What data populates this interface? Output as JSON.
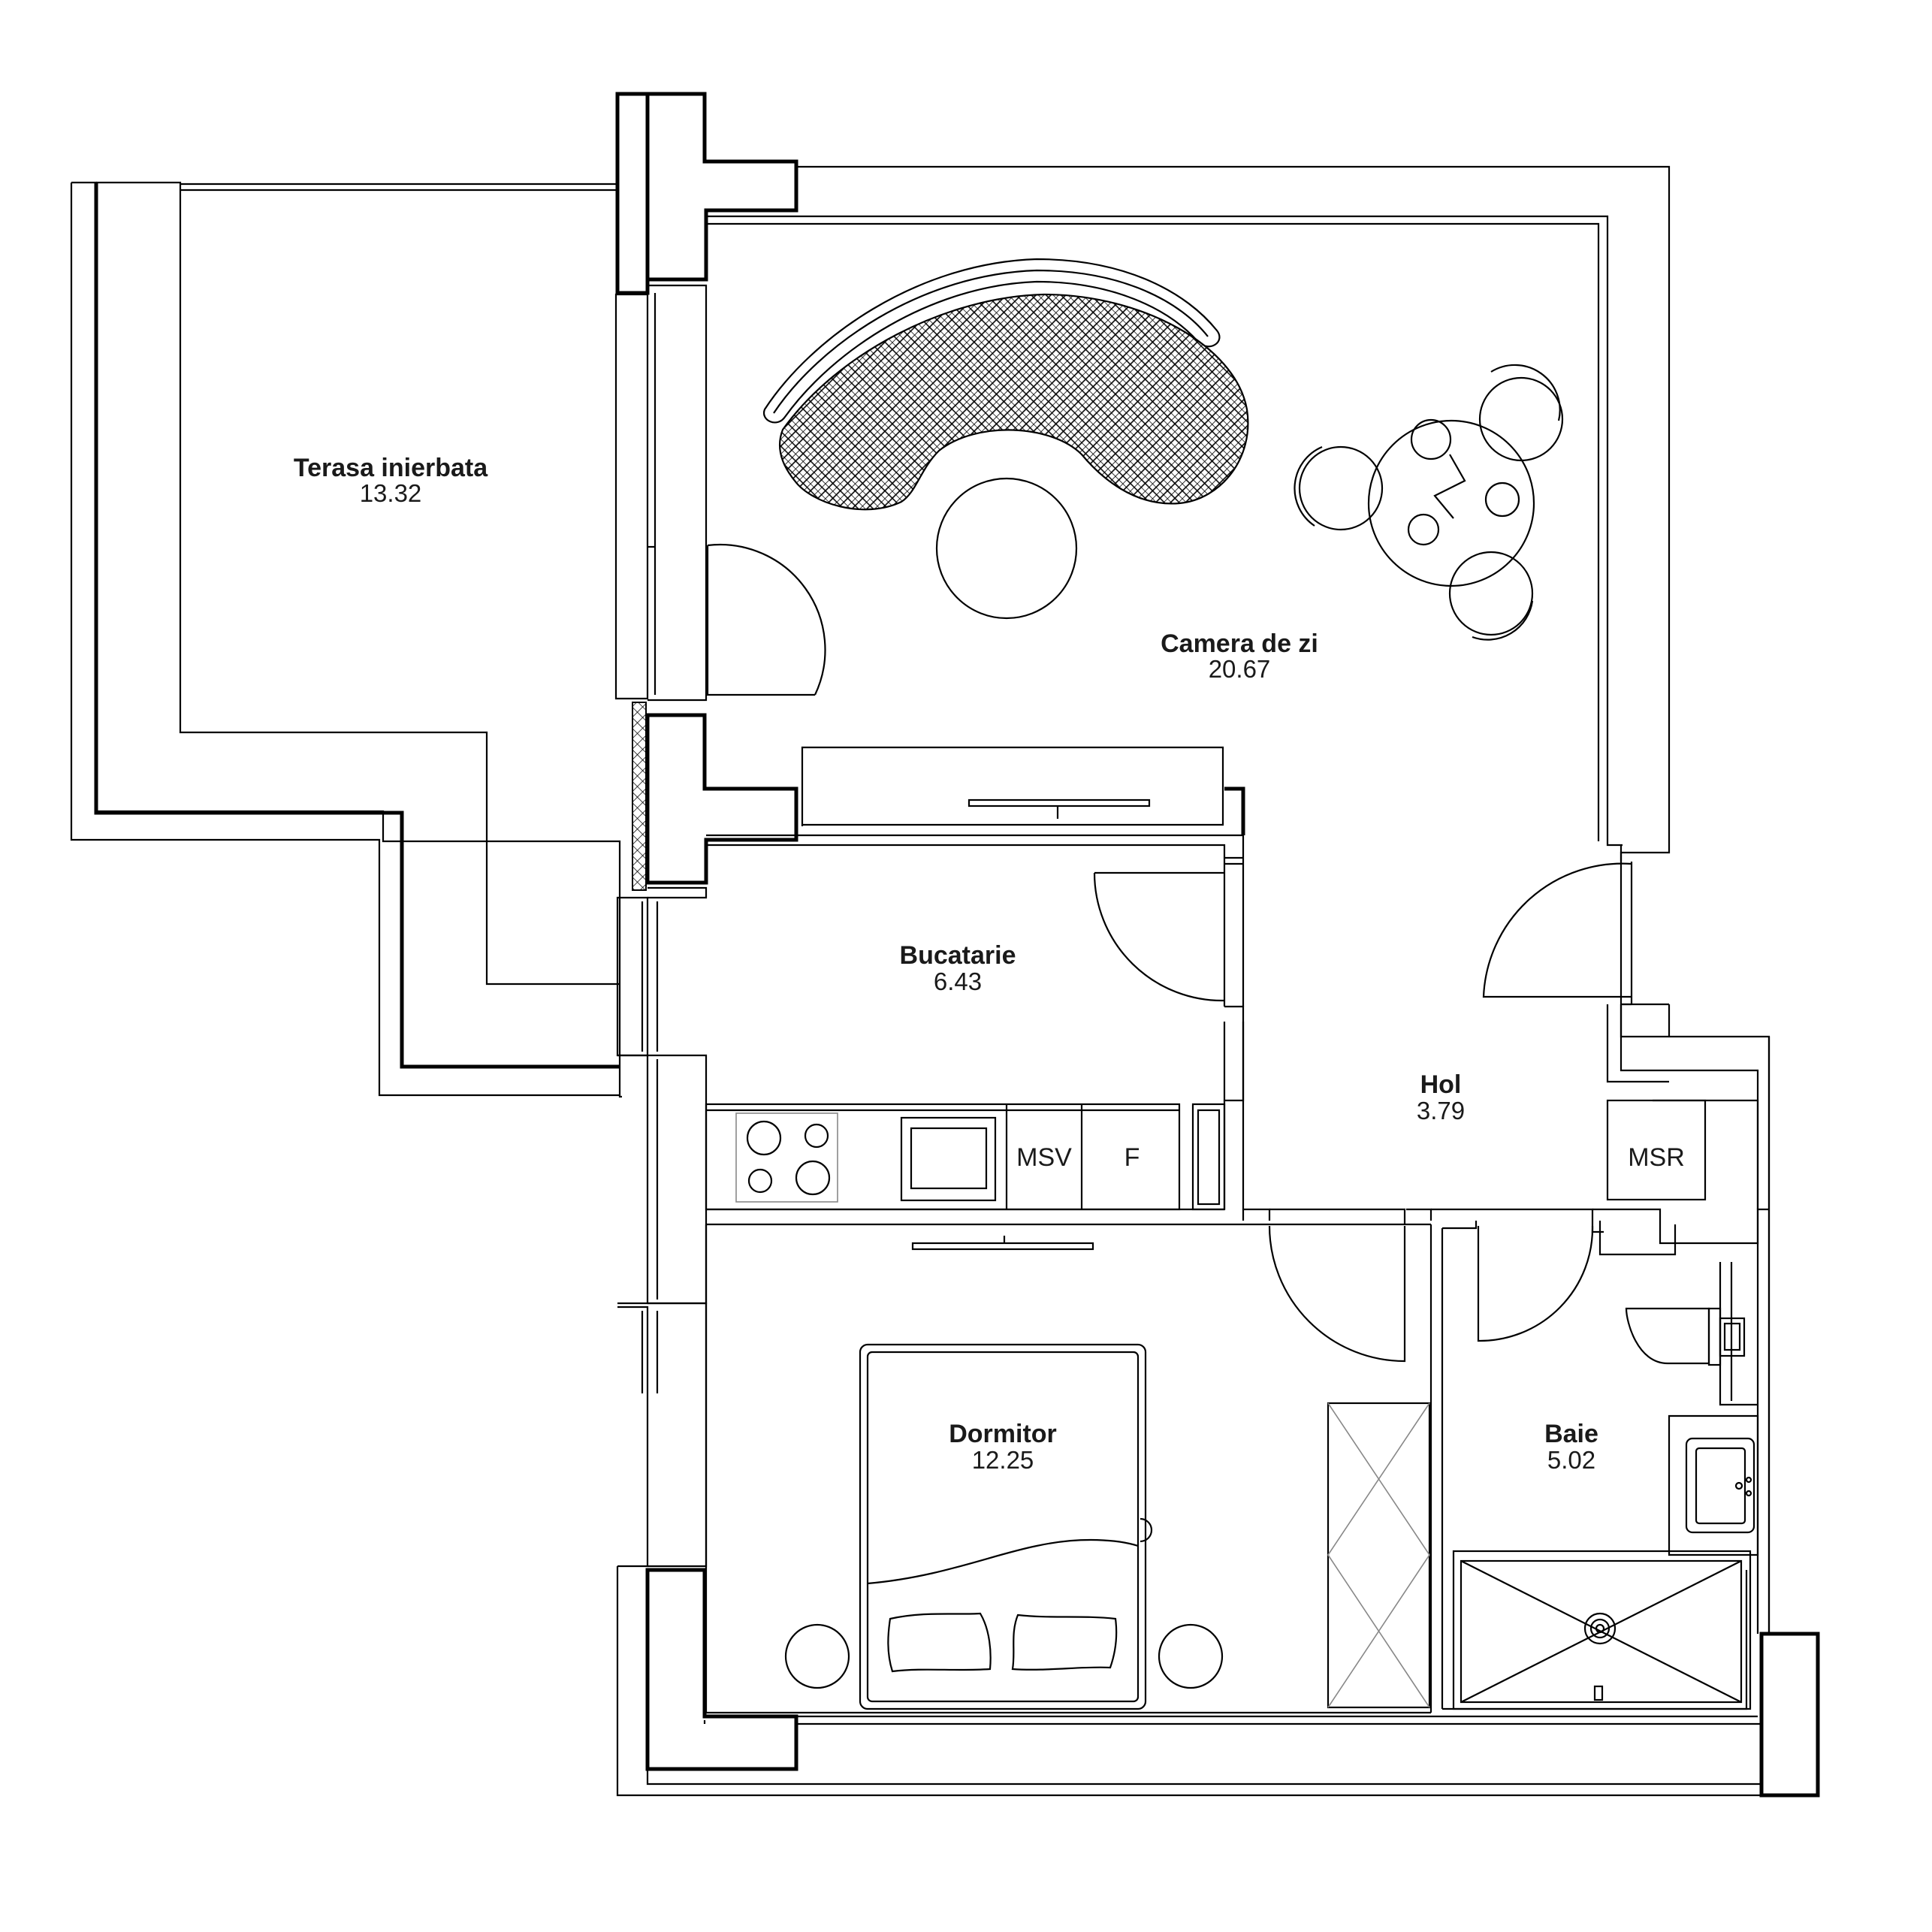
{
  "rooms": [
    {
      "id": "terasa",
      "name": "Terasa inierbata",
      "area": "13.32"
    },
    {
      "id": "camera",
      "name": "Camera de zi",
      "area": "20.67"
    },
    {
      "id": "bucatarie",
      "name": "Bucatarie",
      "area": "6.43"
    },
    {
      "id": "hol",
      "name": "Hol",
      "area": "3.79"
    },
    {
      "id": "dormitor",
      "name": "Dormitor",
      "area": "12.25"
    },
    {
      "id": "baie",
      "name": "Baie",
      "area": "5.02"
    }
  ],
  "tags": {
    "msv": "MSV",
    "fridge": "F",
    "msr": "MSR"
  }
}
